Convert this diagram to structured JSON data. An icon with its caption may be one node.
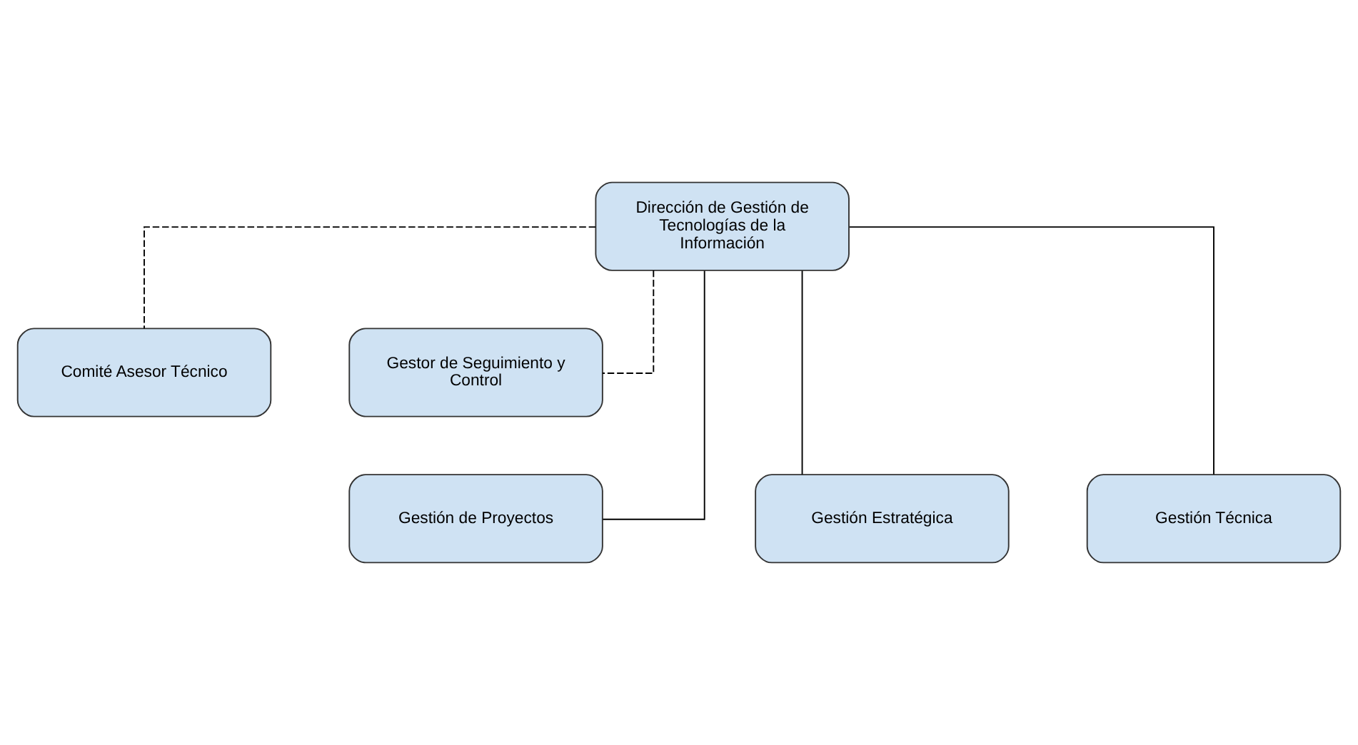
{
  "diagram": {
    "nodes": [
      {
        "text": [
          "Dirección de Gestión de Tecnologías de la Información"
        ]
      },
      {
        "text": [
          "Comité Asesor Técnico"
        ]
      },
      {
        "text": [
          "Gestor de Seguimiento y Control"
        ]
      },
      {
        "text": [
          "Gestión Estratégica"
        ]
      },
      {
        "text": [
          "Gestión de Proyectos"
        ]
      },
      {
        "text": [
          "Gestión Técnica"
        ]
      }
    ],
    "edges": [
      {
        "from": 0,
        "to": 1,
        "arrow": "none",
        "style": "dashed"
      },
      {
        "from": 0,
        "to": 2,
        "arrow": "none",
        "style": "dashed"
      },
      {
        "from": 0,
        "to": 3,
        "arrow": "none"
      },
      {
        "from": 0,
        "to": 4,
        "arrow": "none"
      },
      {
        "from": 0,
        "to": 5,
        "arrow": "none"
      }
    ]
  }
}
